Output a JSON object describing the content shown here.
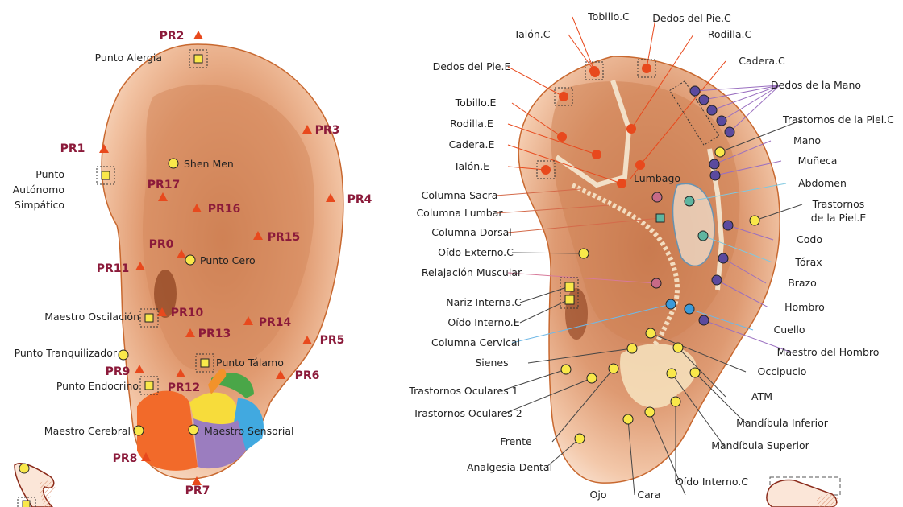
{
  "left_diagram": {
    "pr_points": [
      {
        "label": "PR0"
      },
      {
        "label": "PR1"
      },
      {
        "label": "PR2"
      },
      {
        "label": "PR3"
      },
      {
        "label": "PR4"
      },
      {
        "label": "PR5"
      },
      {
        "label": "PR6"
      },
      {
        "label": "PR7"
      },
      {
        "label": "PR8"
      },
      {
        "label": "PR9"
      },
      {
        "label": "PR10"
      },
      {
        "label": "PR11"
      },
      {
        "label": "PR12"
      },
      {
        "label": "PR13"
      },
      {
        "label": "PR14"
      },
      {
        "label": "PR15"
      },
      {
        "label": "PR16"
      },
      {
        "label": "PR17"
      }
    ],
    "points": [
      {
        "label": "Punto Alergia",
        "marker": "square"
      },
      {
        "label": "Shen Men",
        "marker": "circle"
      },
      {
        "label": "Punto Autónomo Simpático",
        "lines": [
          "Punto",
          "Autónomo",
          "Simpático"
        ],
        "marker": "square"
      },
      {
        "label": "Punto Cero",
        "marker": "circle"
      },
      {
        "label": "Maestro Oscilación",
        "marker": "square"
      },
      {
        "label": "Punto Tranquilizador",
        "marker": "circle"
      },
      {
        "label": "Punto Tálamo",
        "marker": "square"
      },
      {
        "label": "Punto Endocrino",
        "marker": "square"
      },
      {
        "label": "Maestro Cerebral",
        "marker": "circle"
      },
      {
        "label": "Maestro Sensorial",
        "marker": "circle"
      }
    ],
    "brain_region_colors": [
      "#f26a2a",
      "#f7dc3b",
      "#4aa648",
      "#41a9e0",
      "#9b7dbf",
      "#f2922a"
    ]
  },
  "right_diagram": {
    "labels": [
      {
        "label": "Tobillo.C",
        "group": "foot"
      },
      {
        "label": "Dedos del Pie.C",
        "group": "foot"
      },
      {
        "label": "Talón.C",
        "group": "foot"
      },
      {
        "label": "Rodilla.C",
        "group": "foot"
      },
      {
        "label": "Cadera.C",
        "group": "foot"
      },
      {
        "label": "Dedos del Pie.E",
        "group": "foot"
      },
      {
        "label": "Dedos de la Mano",
        "group": "hand"
      },
      {
        "label": "Tobillo.E",
        "group": "foot"
      },
      {
        "label": "Trastornos de la Piel.C",
        "group": "yellow"
      },
      {
        "label": "Rodilla.E",
        "group": "foot"
      },
      {
        "label": "Mano",
        "group": "hand"
      },
      {
        "label": "Cadera.E",
        "group": "foot"
      },
      {
        "label": "Muñeca",
        "group": "hand"
      },
      {
        "label": "Talón.E",
        "group": "foot"
      },
      {
        "label": "Lumbago",
        "group": "foot"
      },
      {
        "label": "Abdomen",
        "group": "teal"
      },
      {
        "label": "Columna Sacra",
        "group": "spine"
      },
      {
        "label": "Trastornos de la Piel.E",
        "lines": [
          "Trastornos",
          "de la Piel.E"
        ],
        "group": "yellow"
      },
      {
        "label": "Columna Lumbar",
        "group": "spine"
      },
      {
        "label": "Columna Dorsal",
        "group": "spine"
      },
      {
        "label": "Codo",
        "group": "hand"
      },
      {
        "label": "Oído Externo.C",
        "group": "yellow"
      },
      {
        "label": "Tórax",
        "group": "teal"
      },
      {
        "label": "Relajación Muscular",
        "group": "pink"
      },
      {
        "label": "Brazo",
        "group": "hand"
      },
      {
        "label": "Nariz Interna.C",
        "group": "yellow"
      },
      {
        "label": "Hombro",
        "group": "hand"
      },
      {
        "label": "Oído Interno.E",
        "group": "yellow"
      },
      {
        "label": "Cuello",
        "group": "blue"
      },
      {
        "label": "Columna Cervical",
        "group": "blue"
      },
      {
        "label": "Maestro del Hombro",
        "group": "hand"
      },
      {
        "label": "Sienes",
        "group": "yellow"
      },
      {
        "label": "Occipucio",
        "group": "yellow"
      },
      {
        "label": "Trastornos Oculares 1",
        "group": "yellow"
      },
      {
        "label": "ATM",
        "group": "yellow"
      },
      {
        "label": "Trastornos Oculares 2",
        "group": "yellow"
      },
      {
        "label": "Mandíbula Inferior",
        "group": "yellow"
      },
      {
        "label": "Frente",
        "group": "yellow"
      },
      {
        "label": "Mandíbula Superior",
        "group": "yellow"
      },
      {
        "label": "Analgesia Dental",
        "group": "yellow"
      },
      {
        "label": "Ojo",
        "group": "yellow"
      },
      {
        "label": "Cara",
        "group": "yellow"
      },
      {
        "label": "Oído Interno.C",
        "group": "yellow"
      }
    ]
  },
  "colors": {
    "pr_text": "#8b1a3a",
    "triangle": "#e8491d",
    "yellow_point": "#f9e84a",
    "foot_point": "#e8491d",
    "hand_point": "#5b4a9e",
    "teal_point": "#5fb5a0",
    "pink_point": "#c76a87",
    "blue_point": "#3a9ad9",
    "ear_skin": "#e7a27a",
    "ear_edge": "#c8682f"
  }
}
